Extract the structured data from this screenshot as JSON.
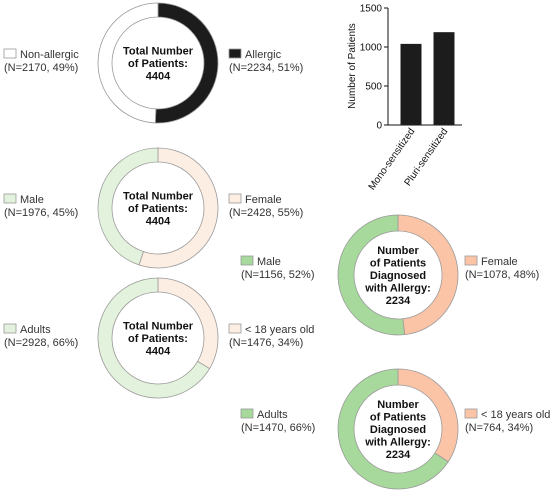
{
  "colors": {
    "allergic": "#1c1c1c",
    "nonallergic": "#ffffff",
    "male_all": "#e3f2dc",
    "female_all": "#fdeee4",
    "adult_all": "#e3f2dc",
    "minor_all": "#fdeee4",
    "male_allergic": "#a6d99b",
    "female_allergic": "#fbc4a7",
    "adult_allergic": "#a6d99b",
    "minor_allergic": "#fbc4a7",
    "stroke": "#9a9a9a",
    "bar": "#1c1c1c"
  },
  "chart_data": [
    {
      "type": "pie",
      "center_label": [
        "Total Number",
        "of Patients:",
        "4404"
      ],
      "slices": [
        {
          "label": "Allergic",
          "detail": "(N=2234, 51%)",
          "value": 2234
        },
        {
          "label": "Non-allergic",
          "detail": "(N=2170, 49%)",
          "value": 2170
        }
      ]
    },
    {
      "type": "pie",
      "center_label": [
        "Total Number",
        "of Patients:",
        "4404"
      ],
      "slices": [
        {
          "label": "Female",
          "detail": "(N=2428, 55%)",
          "value": 2428
        },
        {
          "label": "Male",
          "detail": "(N=1976, 45%)",
          "value": 1976
        }
      ]
    },
    {
      "type": "pie",
      "center_label": [
        "Total Number",
        "of Patients:",
        "4404"
      ],
      "slices": [
        {
          "label": "< 18 years old",
          "detail": "(N=1476, 34%)",
          "value": 1476
        },
        {
          "label": "Adults",
          "detail": "(N=2928, 66%)",
          "value": 2928
        }
      ]
    },
    {
      "type": "pie",
      "center_label": [
        "Number",
        "of Patients",
        "Diagnosed",
        "with Allergy:",
        "2234"
      ],
      "slices": [
        {
          "label": "Female",
          "detail": "(N=1078, 48%)",
          "value": 1078
        },
        {
          "label": "Male",
          "detail": "(N=1156, 52%)",
          "value": 1156
        }
      ]
    },
    {
      "type": "pie",
      "center_label": [
        "Number",
        "of Patients",
        "Diagnosed",
        "with Allergy:",
        "2234"
      ],
      "slices": [
        {
          "label": "< 18 years old",
          "detail": "(N=764, 34%)",
          "value": 764
        },
        {
          "label": "Adults",
          "detail": "(N=1470, 66%)",
          "value": 1470
        }
      ]
    },
    {
      "type": "bar",
      "categories": [
        "Mono-sensitized",
        "Pluri-sensitized"
      ],
      "values": [
        1040,
        1190
      ],
      "ylabel": "Number of Patients",
      "ylim": [
        0,
        1500
      ],
      "yticks": [
        "0",
        "500",
        "1000",
        "1500"
      ],
      "grid": false
    }
  ]
}
